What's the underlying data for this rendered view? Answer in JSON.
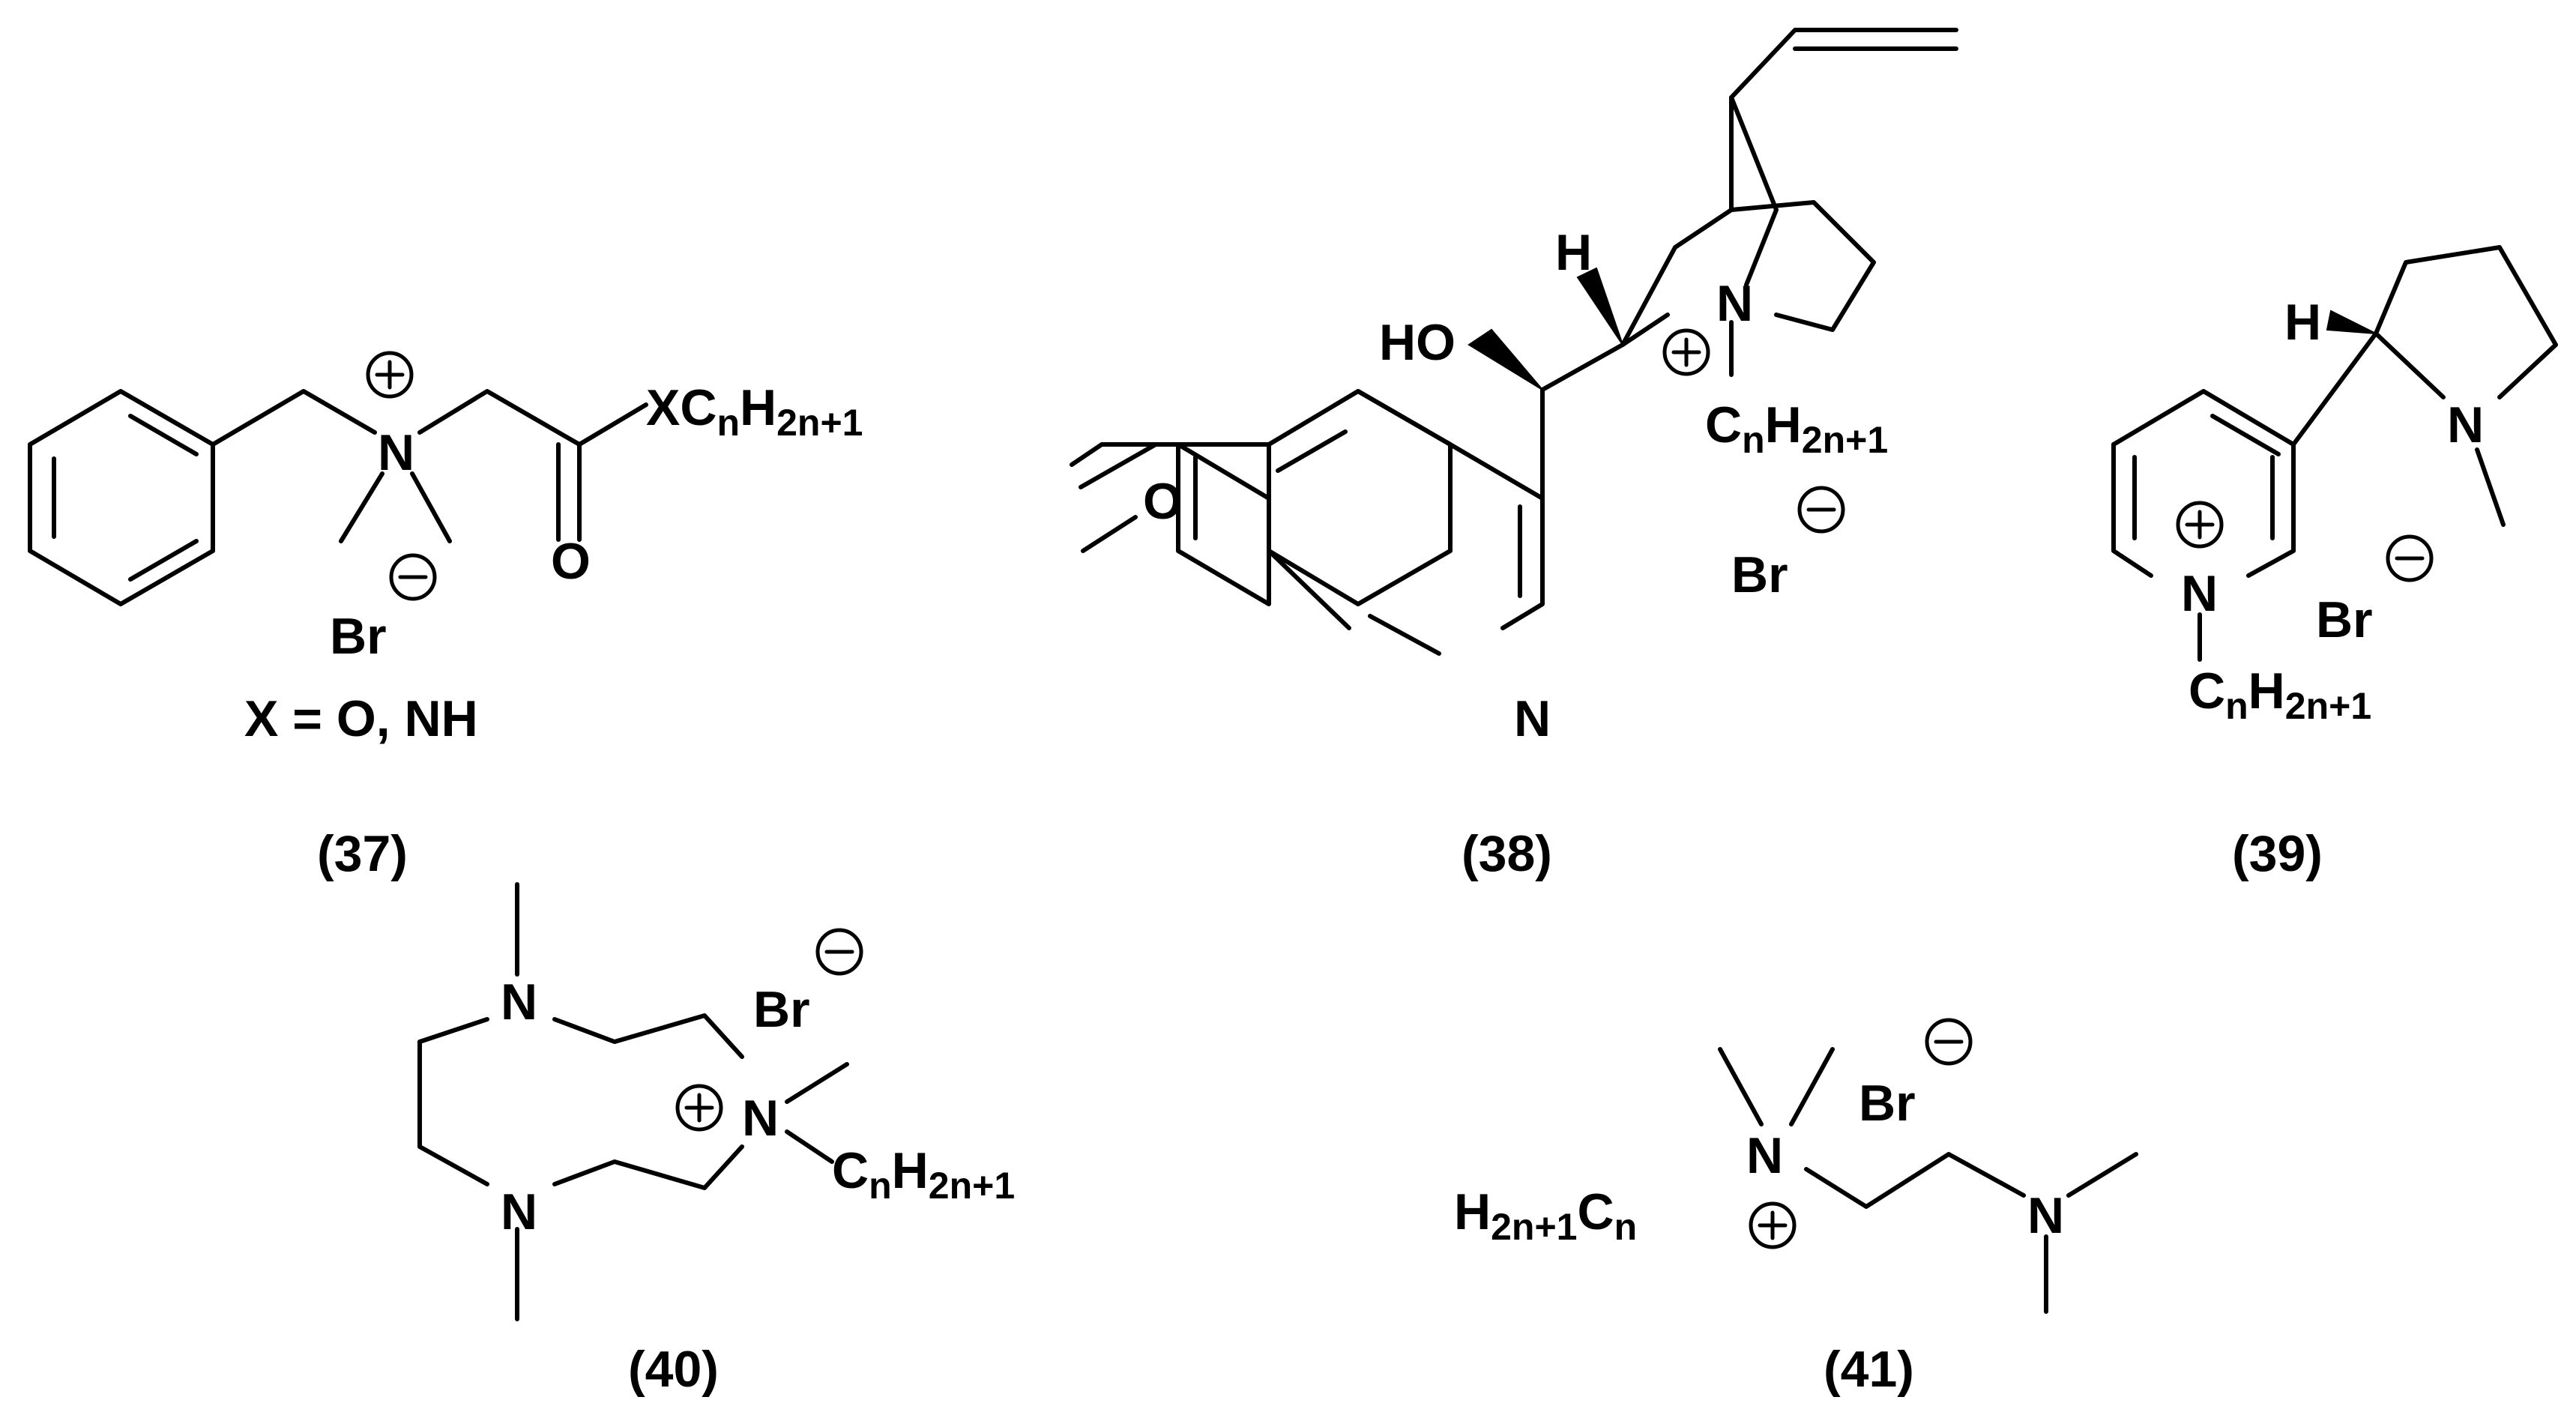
{
  "compounds": [
    {
      "id": "37",
      "caption": "(37)",
      "substituent": {
        "main": "XC",
        "n": "n",
        "h": "H",
        "h_sub": "2n+1"
      },
      "nitrogen": "N",
      "oxygen": "O",
      "counterion": "Br",
      "note": "X = O, NH"
    },
    {
      "id": "38",
      "caption": "(38)",
      "hydroxyl": "HO",
      "hydrogen": "H",
      "ring_nitrogen": "N",
      "quaternary_nitrogen": "N",
      "methoxy_oxygen": "O",
      "alkyl": {
        "c": "C",
        "n": "n",
        "h": "H",
        "h_sub": "2n+1"
      },
      "counterion": "Br"
    },
    {
      "id": "39",
      "caption": "(39)",
      "hydrogen": "H",
      "pyrrolidine_nitrogen": "N",
      "pyridinium_nitrogen": "N",
      "alkyl": {
        "c": "C",
        "n": "n",
        "h": "H",
        "h_sub": "2n+1"
      },
      "counterion": "Br"
    },
    {
      "id": "40",
      "caption": "(40)",
      "nitrogen_top": "N",
      "nitrogen_bottom": "N",
      "quaternary_nitrogen": "N",
      "alkyl": {
        "c": "C",
        "n": "n",
        "h": "H",
        "h_sub": "2n+1"
      },
      "counterion": "Br"
    },
    {
      "id": "41",
      "caption": "(41)",
      "quaternary_nitrogen": "N",
      "amine_nitrogen": "N",
      "alkyl": {
        "h": "H",
        "h_sub": "2n+1",
        "c": "C",
        "n": "n"
      },
      "counterion": "Br"
    }
  ],
  "charges": {
    "positive": "+",
    "negative": "−"
  }
}
